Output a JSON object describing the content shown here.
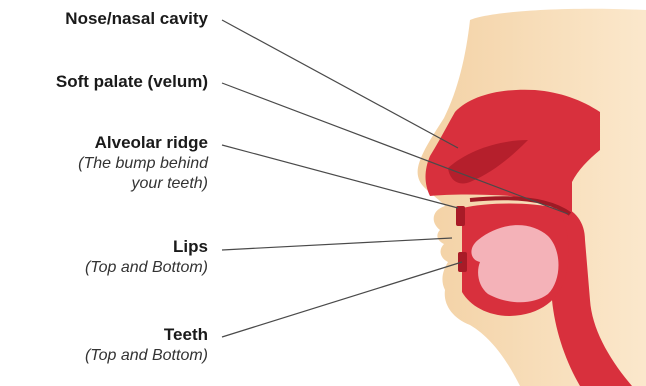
{
  "labels": {
    "nose": {
      "title": "Nose/nasal cavity"
    },
    "soft_palate": {
      "title": "Soft palate (velum)"
    },
    "alveolar": {
      "title": "Alveolar ridge",
      "sub_line1": "(The bump behind",
      "sub_line2": "your teeth)"
    },
    "lips": {
      "title": "Lips",
      "sub": "(Top and Bottom)"
    },
    "teeth": {
      "title": "Teeth",
      "sub": "(Top and Bottom)"
    }
  },
  "colors": {
    "skin": "#f6d9b0",
    "tract": "#d8303d",
    "tract_dark": "#b51f2c",
    "mouth_inner": "#ef8f98",
    "tongue": "#f4b2b8",
    "leader": "#4a4a4a",
    "text": "#1a1a1a"
  }
}
